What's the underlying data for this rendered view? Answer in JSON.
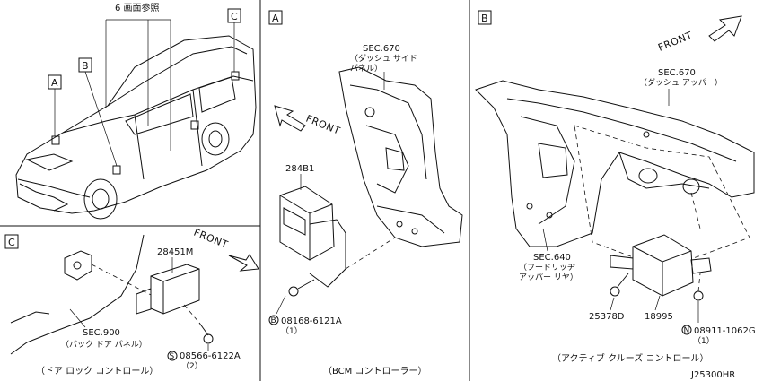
{
  "overview": {
    "ref_note": "6 画面参照",
    "callouts": [
      "A",
      "B",
      "C"
    ]
  },
  "panel_a": {
    "letter": "A",
    "sec_label": "SEC.670",
    "sec_desc": "（ダッシュ サイド\nパネル）",
    "front": "FRONT",
    "part_number": "284B1",
    "bolt_code": "08168-6121A",
    "bolt_prefix": "B",
    "bolt_qty": "（1）",
    "caption": "（BCM コントローラー）"
  },
  "panel_b": {
    "letter": "B",
    "front": "FRONT",
    "sec_upper_label": "SEC.670",
    "sec_upper_desc": "（ダッシュ アッパー）",
    "sec_lower_label": "SEC.640",
    "sec_lower_desc": "（フードリッヂ\nアッパー リヤ）",
    "part_bolt": "25378D",
    "part_unit": "18995",
    "nut_code": "08911-1062G",
    "nut_prefix": "N",
    "nut_qty": "（1）",
    "caption": "（アクティブ クルーズ コントロール）"
  },
  "panel_c": {
    "letter": "C",
    "front": "FRONT",
    "part_number": "28451M",
    "sec_label": "SEC.900",
    "sec_desc": "（バック ドア パネル）",
    "screw_code": "08566-6122A",
    "screw_prefix": "S",
    "screw_qty": "（2）",
    "caption": "（ドア  ロック コントロール）"
  },
  "drawing_code": "J25300HR"
}
